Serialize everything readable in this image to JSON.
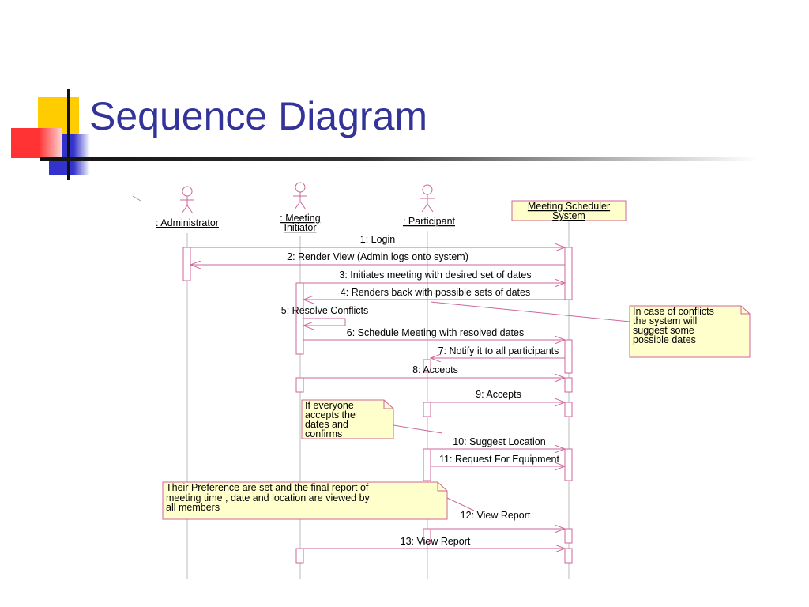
{
  "slide": {
    "title": "Sequence Diagram"
  },
  "colors": {
    "title": "#333399",
    "accent_yellow": "#FFCC00",
    "accent_red": "#FF3333",
    "accent_blue": "#3333CC",
    "message_line": "#CC6699",
    "note_fill": "#FFFFCC"
  },
  "actors": [
    {
      "id": "administrator",
      "label": ": Administrator",
      "kind": "actor-icon"
    },
    {
      "id": "meeting-initiator",
      "label_line1": ": Meeting",
      "label_line2": "Initiator",
      "kind": "actor-icon"
    },
    {
      "id": "participant",
      "label": ": Participant",
      "kind": "actor-icon"
    },
    {
      "id": "system",
      "label_line1": "Meeting Scheduler",
      "label_line2": "System",
      "kind": "object-box"
    }
  ],
  "messages": [
    {
      "n": 1,
      "label": "1: Login",
      "from": "administrator",
      "to": "system"
    },
    {
      "n": 2,
      "label": "2: Render View (Admin logs onto system)",
      "from": "system",
      "to": "administrator"
    },
    {
      "n": 3,
      "label": "3: Initiates meeting with desired set of dates",
      "from": "meeting-initiator",
      "to": "system"
    },
    {
      "n": 4,
      "label": "4: Renders back with possible sets of dates",
      "from": "system",
      "to": "meeting-initiator"
    },
    {
      "n": 5,
      "label": "5: Resolve Conflicts",
      "from": "meeting-initiator",
      "to": "meeting-initiator"
    },
    {
      "n": 6,
      "label": "6: Schedule Meeting with resolved dates",
      "from": "meeting-initiator",
      "to": "system"
    },
    {
      "n": 7,
      "label": "7: Notify it to all participants",
      "from": "system",
      "to": "participant"
    },
    {
      "n": 8,
      "label": "8: Accepts",
      "from": "meeting-initiator",
      "to": "system"
    },
    {
      "n": 9,
      "label": "9: Accepts",
      "from": "participant",
      "to": "system"
    },
    {
      "n": 10,
      "label": "10: Suggest Location",
      "from": "participant",
      "to": "system"
    },
    {
      "n": 11,
      "label": "11: Request For Equipment",
      "from": "participant",
      "to": "system"
    },
    {
      "n": 12,
      "label": "12: View Report",
      "from": "participant",
      "to": "system"
    },
    {
      "n": 13,
      "label": "13: View Report",
      "from": "meeting-initiator",
      "to": "system"
    }
  ],
  "notes": {
    "conflicts": {
      "line1": "In case of conflicts",
      "line2": "the system will",
      "line3": "suggest some",
      "line4": "possible dates"
    },
    "everyone": {
      "line1": "If everyone",
      "line2": "accepts the",
      "line3": "dates and",
      "line4": "confirms"
    },
    "preference": {
      "line1": "Their Preference are set and the final report of",
      "line2": "meeting time , date and location are viewed by",
      "line3": "all members"
    }
  }
}
